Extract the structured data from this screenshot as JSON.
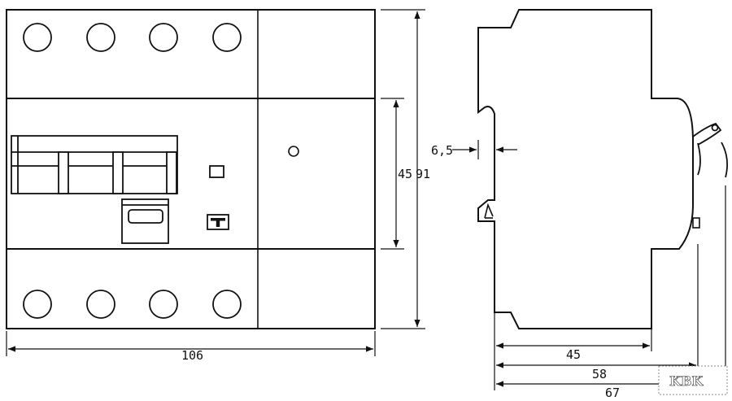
{
  "dimensions": {
    "front_width": "106",
    "front_height_inner": "45",
    "front_height_outer": "91",
    "rail_groove": "6,5",
    "side_depth_1": "45",
    "side_depth_2": "58",
    "side_depth_3": "67"
  },
  "front_view": {
    "top_terminals": 4,
    "bottom_terminals": 4,
    "test_button_symbol": "T"
  },
  "logo": {
    "text": "KBK"
  }
}
